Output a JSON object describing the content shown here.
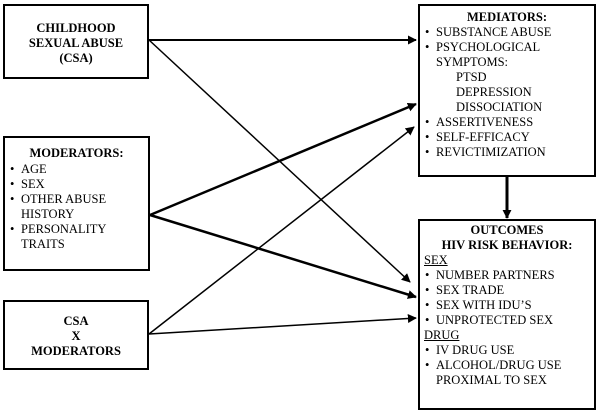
{
  "csa_box": {
    "lines": [
      "CHILDHOOD",
      "SEXUAL ABUSE",
      "(CSA)"
    ]
  },
  "moderators_box": {
    "title": "MODERATORS:",
    "items": [
      "AGE",
      "SEX",
      "OTHER ABUSE HISTORY",
      "PERSONALITY TRAITS"
    ]
  },
  "interaction_box": {
    "lines": [
      "CSA",
      "X",
      "MODERATORS"
    ]
  },
  "mediators_box": {
    "title": "MEDIATORS:",
    "items_top": [
      "SUBSTANCE ABUSE",
      "PSYCHOLOGICAL SYMPTOMS:"
    ],
    "subitems": [
      "PTSD",
      "DEPRESSION",
      "DISSOCIATION"
    ],
    "items_bottom": [
      "ASSERTIVENESS",
      "SELF-EFFICACY",
      "REVICTIMIZATION"
    ]
  },
  "outcomes_box": {
    "title1": "OUTCOMES",
    "title2": "HIV RISK BEHAVIOR:",
    "sex_heading": "SEX",
    "sex_items": [
      "NUMBER PARTNERS",
      "SEX TRADE",
      "SEX WITH IDU’S",
      "UNPROTECTED SEX"
    ],
    "drug_heading": "DRUG",
    "drug_items": [
      "IV DRUG USE",
      "ALCOHOL/DRUG USE PROXIMAL TO SEX"
    ]
  }
}
